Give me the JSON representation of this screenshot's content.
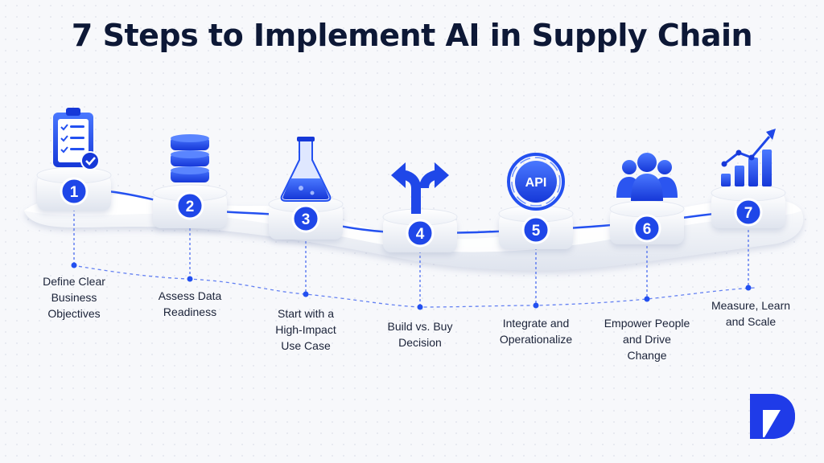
{
  "title": "7 Steps to Implement AI in Supply Chain",
  "colors": {
    "accent": "#2350f0",
    "accent_dark": "#1234c8",
    "title": "#0d1836",
    "pedestal": "#ffffff"
  },
  "steps": [
    {
      "number": "1",
      "label": "Define Clear\nBusiness\nObjectives",
      "icon": "clipboard-checklist-icon"
    },
    {
      "number": "2",
      "label": "Assess Data\nReadiness",
      "icon": "database-icon"
    },
    {
      "number": "3",
      "label": "Start with a\nHigh-Impact\nUse Case",
      "icon": "flask-icon"
    },
    {
      "number": "4",
      "label": "Build vs. Buy\nDecision",
      "icon": "split-arrow-icon"
    },
    {
      "number": "5",
      "label": "Integrate and\nOperationalize",
      "icon": "api-icon",
      "icon_text": "API"
    },
    {
      "number": "6",
      "label": "Empower People\nand Drive\nChange",
      "icon": "people-group-icon"
    },
    {
      "number": "7",
      "label": "Measure, Learn\nand Scale",
      "icon": "growth-chart-icon"
    }
  ],
  "logo": {
    "icon": "brand-logo-icon"
  }
}
